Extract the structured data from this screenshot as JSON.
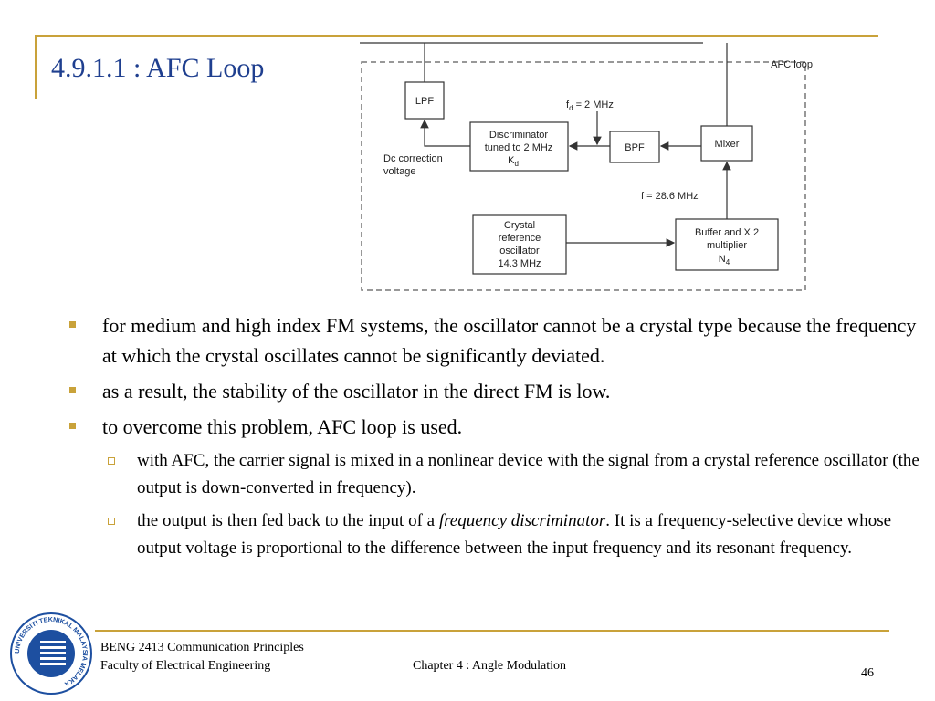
{
  "slide": {
    "title": "4.9.1.1 : AFC Loop",
    "bullets": [
      "for medium and high index FM systems, the oscillator cannot be a crystal type because the frequency at which the crystal oscillates cannot be significantly deviated.",
      "as a result, the stability of the oscillator in the direct FM is low.",
      "to overcome this problem, AFC loop is used."
    ],
    "sub_bullets": [
      {
        "text": "with AFC, the carrier signal is mixed in a nonlinear device with the signal from a crystal reference oscillator (the output is down-converted in frequency)."
      },
      {
        "pre": "the output is then fed back to the input of a ",
        "em": "frequency discriminator",
        "post": ". It is a frequency-selective device whose output voltage is proportional to the difference between the input frequency and its resonant frequency."
      }
    ]
  },
  "diagram": {
    "afc_loop": "AFC loop",
    "lpf": "LPF",
    "discriminator": [
      "Discriminator",
      "tuned to 2 MHz",
      "K"
    ],
    "discriminator_sub": "d",
    "bpf": "BPF",
    "mixer": "Mixer",
    "fd_main": "f",
    "fd_sub": "d",
    "fd_value": " = 2 MHz",
    "dc_correction": [
      "Dc correction",
      "voltage"
    ],
    "f_label": "f = 28.6 MHz",
    "crystal": [
      "Crystal",
      "reference",
      "oscillator",
      "14.3 MHz"
    ],
    "buffer": [
      "Buffer and X 2",
      "multiplier",
      "N"
    ],
    "buffer_sub": "4"
  },
  "footer": {
    "course": "BENG 2413 Communication Principles",
    "faculty": "Faculty of Electrical Engineering",
    "chapter": "Chapter 4 : Angle Modulation",
    "page": "46"
  },
  "logo": {
    "ring_text": "UNIVERSITI TEKNIKAL MALAYSIA MELAKA"
  },
  "colors": {
    "accent_gold": "#c9a23a",
    "title_blue": "#1f3f8f",
    "logo_blue": "#1d4fa0"
  }
}
